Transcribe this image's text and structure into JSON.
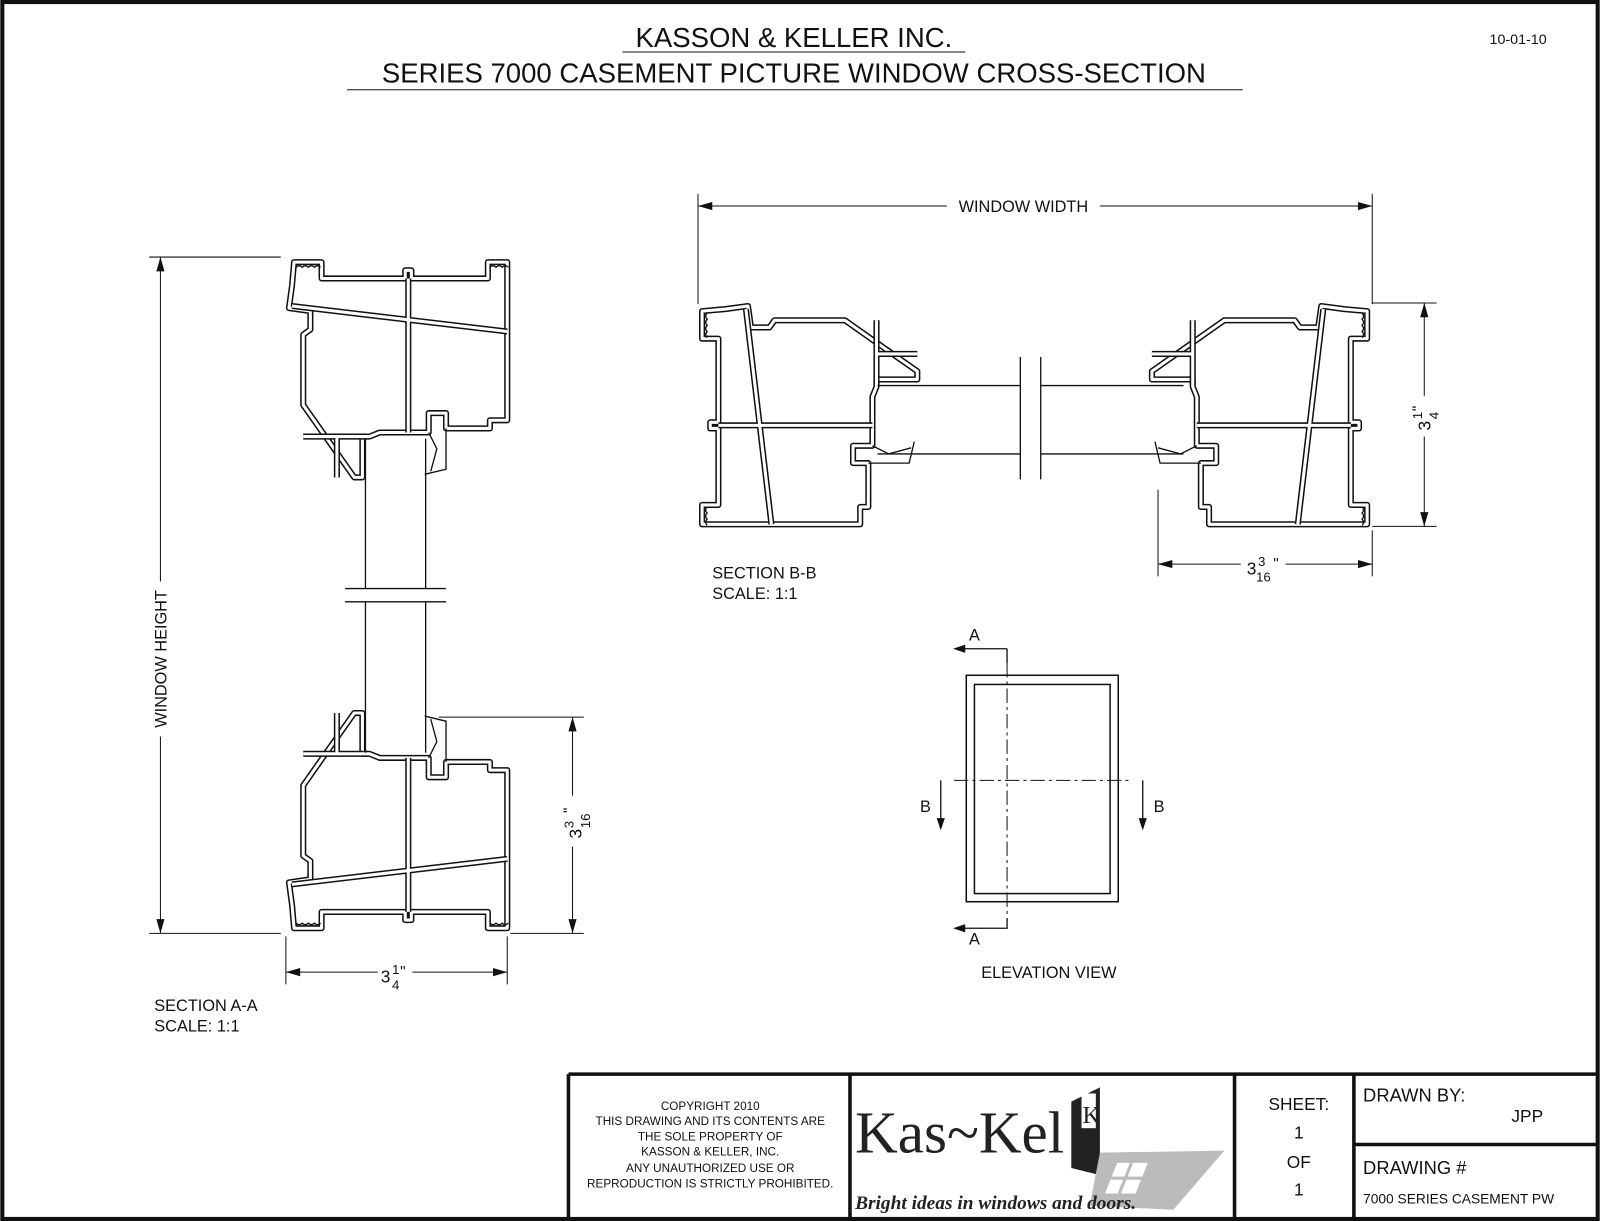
{
  "header": {
    "company": "KASSON & KELLER INC.",
    "title": "SERIES 7000 CASEMENT PICTURE WINDOW CROSS-SECTION",
    "date": "10-01-10"
  },
  "section_a": {
    "label": "SECTION A-A",
    "scale": "SCALE: 1:1",
    "height_label": "WINDOW HEIGHT",
    "depth_dim": {
      "whole": "3",
      "num": "3",
      "den": "16",
      "unit": "\""
    },
    "width_dim": {
      "whole": "3",
      "num": "1",
      "den": "4",
      "unit": "\""
    }
  },
  "section_b": {
    "label": "SECTION B-B",
    "scale": "SCALE: 1:1",
    "width_label": "WINDOW WIDTH",
    "depth_dim": {
      "whole": "3",
      "num": "3",
      "den": "16",
      "unit": "\""
    },
    "height_dim": {
      "whole": "3",
      "num": "1",
      "den": "4",
      "unit": "\""
    }
  },
  "elevation": {
    "label": "ELEVATION VIEW",
    "cut_a": "A",
    "cut_b": "B"
  },
  "title_block": {
    "copyright": [
      "COPYRIGHT 2010",
      "THIS DRAWING AND ITS CONTENTS ARE",
      "THE SOLE PROPERTY OF",
      "KASSON & KELLER, INC.",
      "ANY UNAUTHORIZED USE OR",
      "REPRODUCTION IS STRICTLY PROHIBITED."
    ],
    "logo_text": "Kas~Kel",
    "logo_mark": "K",
    "tagline": "Bright ideas in windows and doors.",
    "sheet_label": "SHEET:",
    "sheet_num": "1",
    "sheet_of": "OF",
    "sheet_total": "1",
    "drawn_by_label": "DRAWN BY:",
    "drawn_by": "JPP",
    "drawing_no_label": "DRAWING #",
    "drawing_no": "7000 SERIES CASEMENT PW"
  }
}
